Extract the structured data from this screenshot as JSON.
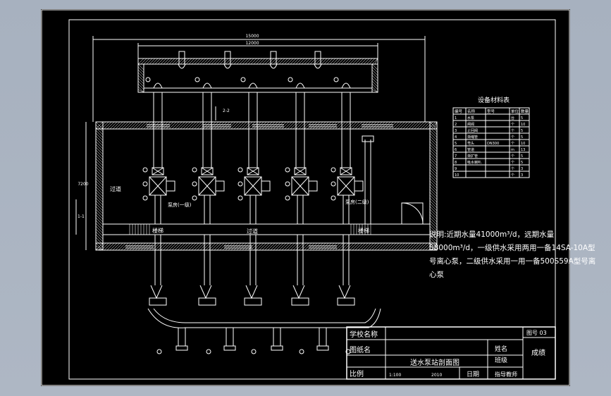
{
  "drawing": {
    "title": "送水泵站剖面图",
    "drawing_no_label": "图号",
    "drawing_no": "03",
    "dimension_top": "15000",
    "dimension_top2": "12000",
    "dimension_side": "7200",
    "section_2": "2-2",
    "section_1": "1-1"
  },
  "rooms": {
    "corridor_left": "过道",
    "corridor_bottom": "过道",
    "stair_left": "楼梯",
    "stair_right": "楼梯",
    "pump_room_1": "泵房(一级)",
    "pump_room_2": "泵房(二级)"
  },
  "equipment_table": {
    "title": "设备材料表",
    "headers": [
      "编号",
      "名称",
      "型号",
      "单位",
      "数量"
    ],
    "rows": [
      [
        "1",
        "水泵",
        "",
        "台",
        "5"
      ],
      [
        "2",
        "闸阀",
        "",
        "个",
        "10"
      ],
      [
        "3",
        "止回阀",
        "",
        "个",
        "5"
      ],
      [
        "4",
        "渐缩管",
        "",
        "个",
        "5"
      ],
      [
        "5",
        "弯头",
        "DN300",
        "个",
        "10"
      ],
      [
        "6",
        "管道",
        "",
        "m",
        "13"
      ],
      [
        "7",
        "渐扩管",
        "",
        "个",
        "5"
      ],
      [
        "8",
        "吸水喇叭",
        "",
        "个",
        "5"
      ],
      [
        "9",
        "",
        "",
        "个",
        "3"
      ],
      [
        "10",
        "",
        "",
        "个",
        "3"
      ]
    ]
  },
  "notes": {
    "text": "说明:近期水量41000m³/d，远期水量58000m³/d，一级供水采用两用一备14SA-10A型号离心泵，二级供水采用一用一备500S59A型号离心泵"
  },
  "title_block": {
    "school_label": "学校名称",
    "drawing_name_label": "图纸名",
    "scale_label": "比例",
    "scale_value": "1:100",
    "date_label": "日期",
    "date_value": "2010",
    "name_label": "姓名",
    "class_label": "班级",
    "teacher_label": "指导教师",
    "grade_label": "成绩"
  },
  "colors": {
    "background": "#000000",
    "line": "#ffffff",
    "viewport": "#aab3c0"
  }
}
